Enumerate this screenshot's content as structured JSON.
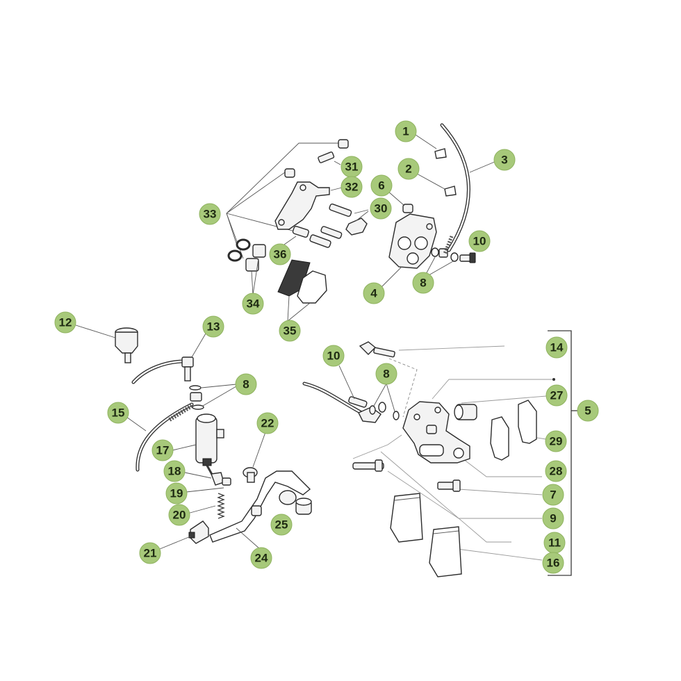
{
  "callouts": [
    {
      "id": "c1",
      "label": "1"
    },
    {
      "id": "c2",
      "label": "2"
    },
    {
      "id": "c3",
      "label": "3"
    },
    {
      "id": "c4",
      "label": "4"
    },
    {
      "id": "c5",
      "label": "5"
    },
    {
      "id": "c6",
      "label": "6"
    },
    {
      "id": "c7",
      "label": "7"
    },
    {
      "id": "c8a",
      "label": "8"
    },
    {
      "id": "c8b",
      "label": "8"
    },
    {
      "id": "c8c",
      "label": "8"
    },
    {
      "id": "c9",
      "label": "9"
    },
    {
      "id": "c10a",
      "label": "10"
    },
    {
      "id": "c10b",
      "label": "10"
    },
    {
      "id": "c11",
      "label": "11"
    },
    {
      "id": "c12",
      "label": "12"
    },
    {
      "id": "c13",
      "label": "13"
    },
    {
      "id": "c14",
      "label": "14"
    },
    {
      "id": "c15",
      "label": "15"
    },
    {
      "id": "c16",
      "label": "16"
    },
    {
      "id": "c17",
      "label": "17"
    },
    {
      "id": "c18",
      "label": "18"
    },
    {
      "id": "c19",
      "label": "19"
    },
    {
      "id": "c20",
      "label": "20"
    },
    {
      "id": "c21",
      "label": "21"
    },
    {
      "id": "c22",
      "label": "22"
    },
    {
      "id": "c24",
      "label": "24"
    },
    {
      "id": "c25",
      "label": "25"
    },
    {
      "id": "c27",
      "label": "27"
    },
    {
      "id": "c28",
      "label": "28"
    },
    {
      "id": "c29",
      "label": "29"
    },
    {
      "id": "c30",
      "label": "30"
    },
    {
      "id": "c31",
      "label": "31"
    },
    {
      "id": "c32",
      "label": "32"
    },
    {
      "id": "c33",
      "label": "33"
    },
    {
      "id": "c34",
      "label": "34"
    },
    {
      "id": "c35",
      "label": "35"
    },
    {
      "id": "c36",
      "label": "36"
    }
  ]
}
